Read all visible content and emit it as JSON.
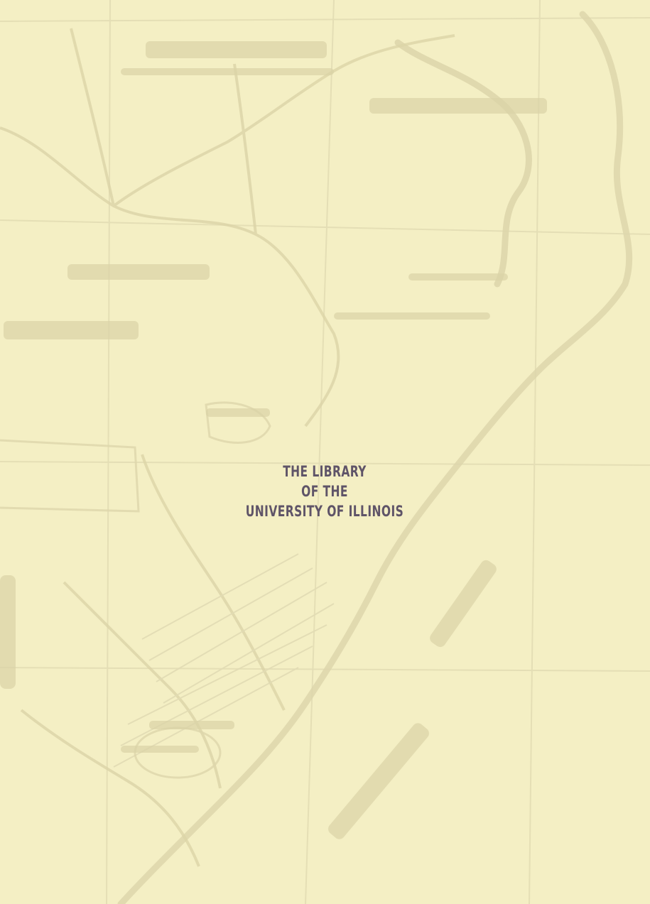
{
  "colors": {
    "paper": "#f4efc4",
    "faded_ink": "#d9d2a6",
    "stamp_ink": "#4a3f5c"
  },
  "stamp": {
    "line1": "THE LIBRARY",
    "line2": "OF THE",
    "line3": "UNIVERSITY OF ILLINOIS"
  }
}
